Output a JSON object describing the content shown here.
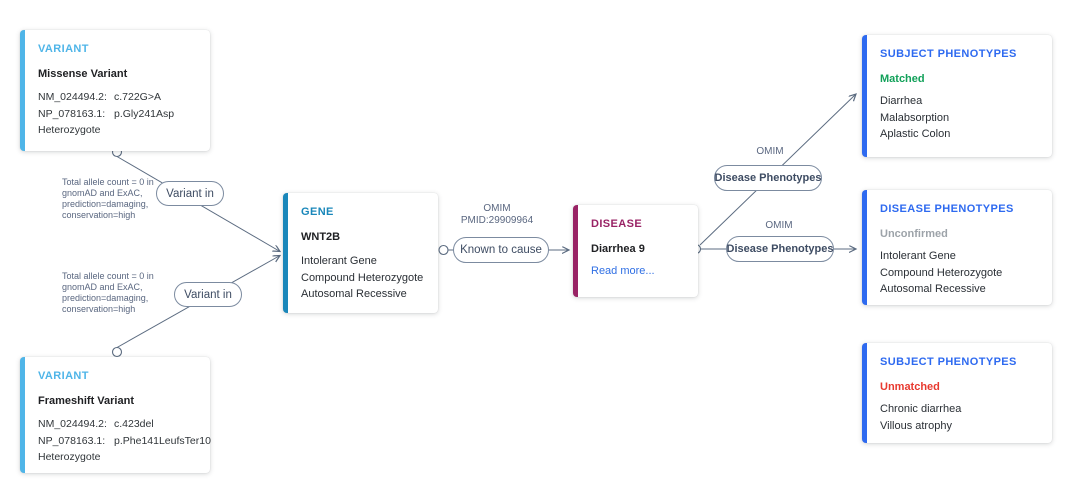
{
  "diagram": {
    "variant_top": {
      "header": "VARIANT",
      "title": "Missense Variant",
      "rows": [
        {
          "label": "NM_024494.2:",
          "value": "c.722G>A"
        },
        {
          "label": "NP_078163.1:",
          "value": "p.Gly241Asp"
        }
      ],
      "zygosity": "Heterozygote"
    },
    "variant_bottom": {
      "header": "VARIANT",
      "title": "Frameshift Variant",
      "rows": [
        {
          "label": "NM_024494.2:",
          "value": "c.423del"
        },
        {
          "label": "NP_078163.1:",
          "value": "p.Phe141LeufsTer10"
        }
      ],
      "zygosity": "Heterozygote"
    },
    "gene": {
      "header": "GENE",
      "title": "WNT2B",
      "items": [
        "Intolerant Gene",
        "Compound Heterozygote",
        "Autosomal Recessive"
      ]
    },
    "disease": {
      "header": "DISEASE",
      "title": "Diarrhea 9",
      "link": "Read more..."
    },
    "subject_phenotypes_matched": {
      "header": "SUBJECT PHENOTYPES",
      "status": "Matched",
      "items": [
        "Diarrhea",
        "Malabsorption",
        "Aplastic Colon"
      ]
    },
    "disease_phenotypes": {
      "header": "DISEASE PHENOTYPES",
      "status": "Unconfirmed",
      "items": [
        "Intolerant Gene",
        "Compound Heterozygote",
        "Autosomal Recessive"
      ]
    },
    "subject_phenotypes_unmatched": {
      "header": "SUBJECT PHENOTYPES",
      "status": "Unmatched",
      "items": [
        "Chronic diarrhea",
        "Villous atrophy"
      ]
    },
    "edges": {
      "variant_in_top": {
        "label": "Variant in",
        "annotation": "Total allele count = 0 in gnomAD and ExAC, prediction=damaging, conservation=high"
      },
      "variant_in_bottom": {
        "label": "Variant in",
        "annotation": "Total allele count = 0 in gnomAD and ExAC, prediction=damaging, conservation=high"
      },
      "known_to_cause": {
        "label": "Known to cause",
        "source": "OMIM",
        "reference": "PMID:29909964"
      },
      "disease_phenotypes_top": {
        "label": "Disease Phenotypes",
        "source": "OMIM"
      },
      "disease_phenotypes_bottom": {
        "label": "Disease Phenotypes",
        "source": "OMIM"
      }
    },
    "colors": {
      "variant_accent": "#4fb5e8",
      "gene_accent": "#1a87ba",
      "disease_accent": "#992365",
      "phenotype_accent": "#2e6af0",
      "matched": "#12a15a",
      "unmatched": "#e8392f",
      "unconfirmed": "#9da3a9",
      "edge": "#5b6b80",
      "link": "#2f6fe4"
    }
  }
}
